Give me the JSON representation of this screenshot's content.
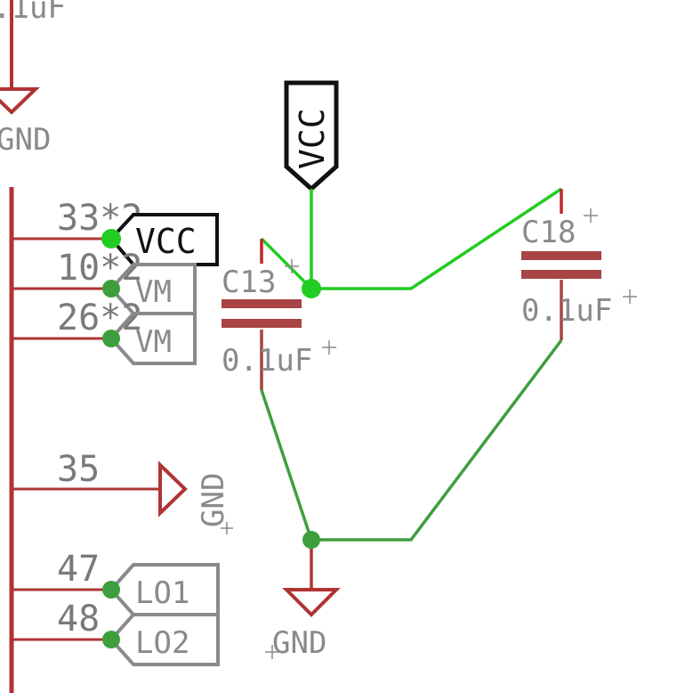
{
  "colors": {
    "wire_red": "#b03434",
    "net_active": "#22cc22",
    "net_gnd": "#3e9e3e",
    "symbol_gray": "#8a8a8a",
    "text_gray": "#7a7a7a",
    "vcc_outline": "#111111",
    "background": "#ffffff"
  },
  "top_left": {
    "cap_value_partial": ".1uF",
    "gnd_label": "GND"
  },
  "ic_pins": [
    {
      "number": "33*2",
      "net": "VCC"
    },
    {
      "number": "10*2",
      "net": "VM"
    },
    {
      "number": "26*2",
      "net": "VM"
    },
    {
      "number": "35",
      "net": "GND"
    },
    {
      "number": "47",
      "net": "LO1"
    },
    {
      "number": "48",
      "net": "LO2"
    }
  ],
  "vcc_supply": {
    "label": "VCC"
  },
  "capacitors": [
    {
      "name": "C13",
      "value": "0.1uF"
    },
    {
      "name": "C18",
      "value": "0.1uF"
    }
  ],
  "gnd_supply": {
    "label": "GND"
  }
}
